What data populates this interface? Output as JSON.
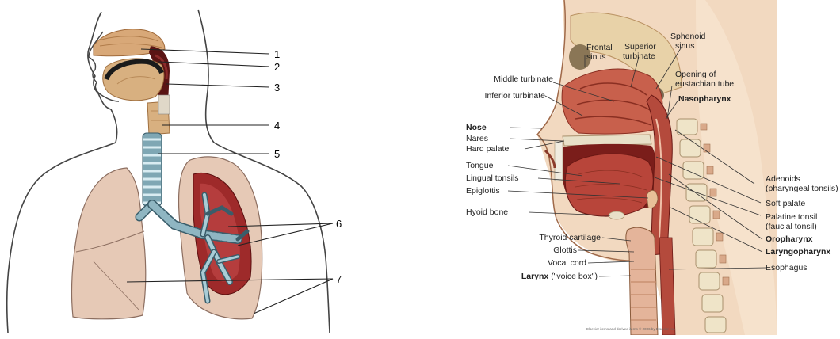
{
  "left_figure": {
    "numbers": [
      "1",
      "2",
      "3",
      "4",
      "5",
      "6",
      "7"
    ]
  },
  "right_figure": {
    "labels_left": {
      "middle_turbinate": "Middle turbinate",
      "inferior_turbinate": "Inferior turbinate",
      "nose": "Nose",
      "nares": "Nares",
      "hard_palate": "Hard palate",
      "tongue": "Tongue",
      "lingual_tonsils": "Lingual tonsils",
      "epiglottis": "Epiglottis",
      "hyoid_bone": "Hyoid bone",
      "thyroid_cartilage": "Thyroid cartilage",
      "glottis": "Glottis",
      "vocal_cord": "Vocal cord",
      "larynx": "Larynx",
      "larynx_note": "(\"voice box\")"
    },
    "labels_top": {
      "frontal_sinus_1": "Frontal",
      "frontal_sinus_2": "sinus",
      "superior_turbinate_1": "Superior",
      "superior_turbinate_2": "turbinate",
      "sphenoid_sinus_1": "Sphenoid",
      "sphenoid_sinus_2": "sinus",
      "eustachian_1": "Opening of",
      "eustachian_2": "eustachian tube",
      "nasopharynx": "Nasopharynx"
    },
    "labels_right": {
      "adenoids_1": "Adenoids",
      "adenoids_2": "(pharyngeal tonsils)",
      "soft_palate": "Soft palate",
      "palatine_1": "Palatine tonsil",
      "palatine_2": "(faucial tonsil)",
      "oropharynx": "Oropharynx",
      "laryngopharynx": "Laryngopharynx",
      "esophagus": "Esophagus"
    },
    "footer": "Elsevier items and derived items © 2006 by Elsevier Inc."
  }
}
